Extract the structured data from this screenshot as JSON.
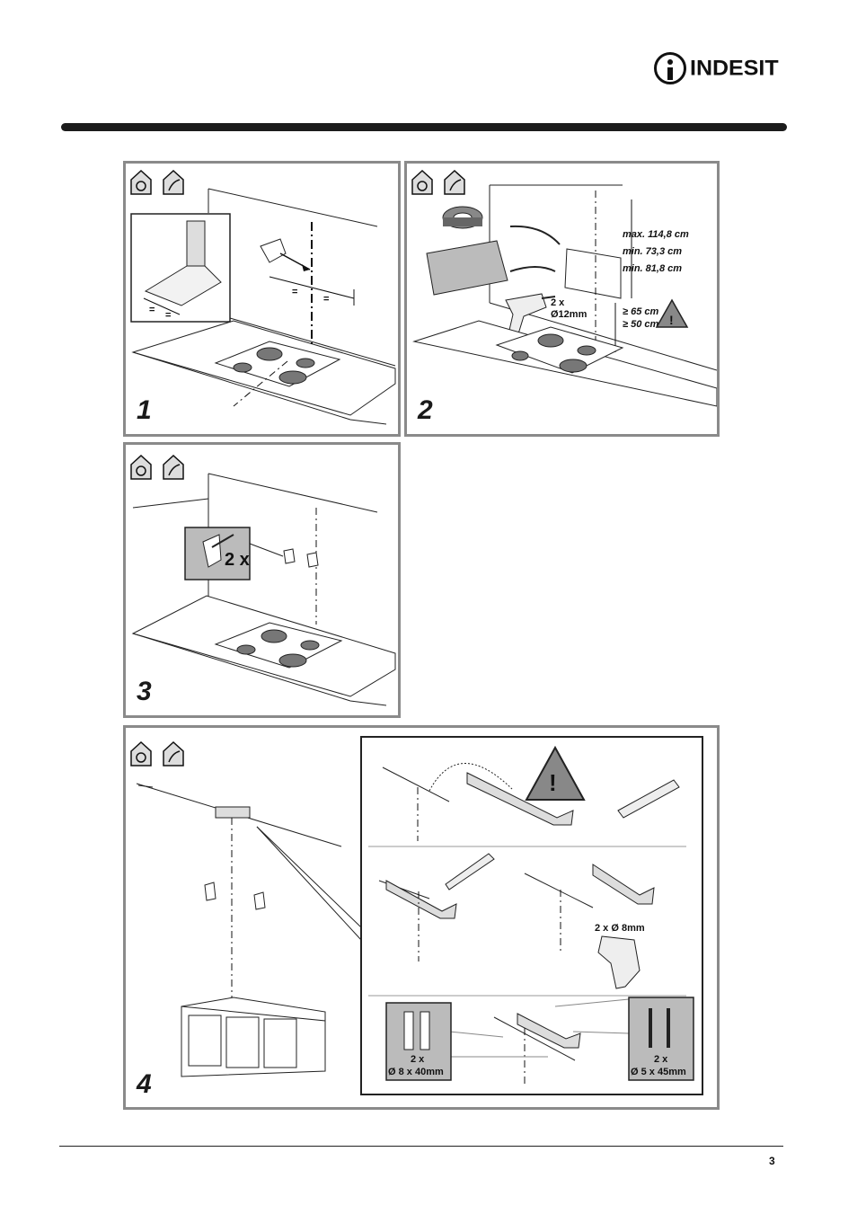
{
  "brand": {
    "name": "INDESIT"
  },
  "page_number": "3",
  "steps": [
    {
      "number": "1"
    },
    {
      "number": "2",
      "dim_max": "max. 114,8 cm",
      "dim_min_extract": "min. 73,3 cm",
      "dim_min_filter": "min. 81,8 cm",
      "drill_count": "2 x",
      "drill_size": "Ø12mm",
      "gas_clearance": "≥ 65 cm",
      "electric_clearance": "≥ 50 cm"
    },
    {
      "number": "3",
      "count": "2 x"
    },
    {
      "number": "4",
      "drill_label": "2 x Ø 8mm",
      "plug_count": "2 x",
      "plug_size": "Ø 8 x 40mm",
      "screw_count": "2 x",
      "screw_size": "Ø 5 x 45mm"
    }
  ],
  "icons": [
    "filter-mode-icon",
    "extraction-mode-icon",
    "warning-icon",
    "drill-icon",
    "pencil-icon"
  ]
}
